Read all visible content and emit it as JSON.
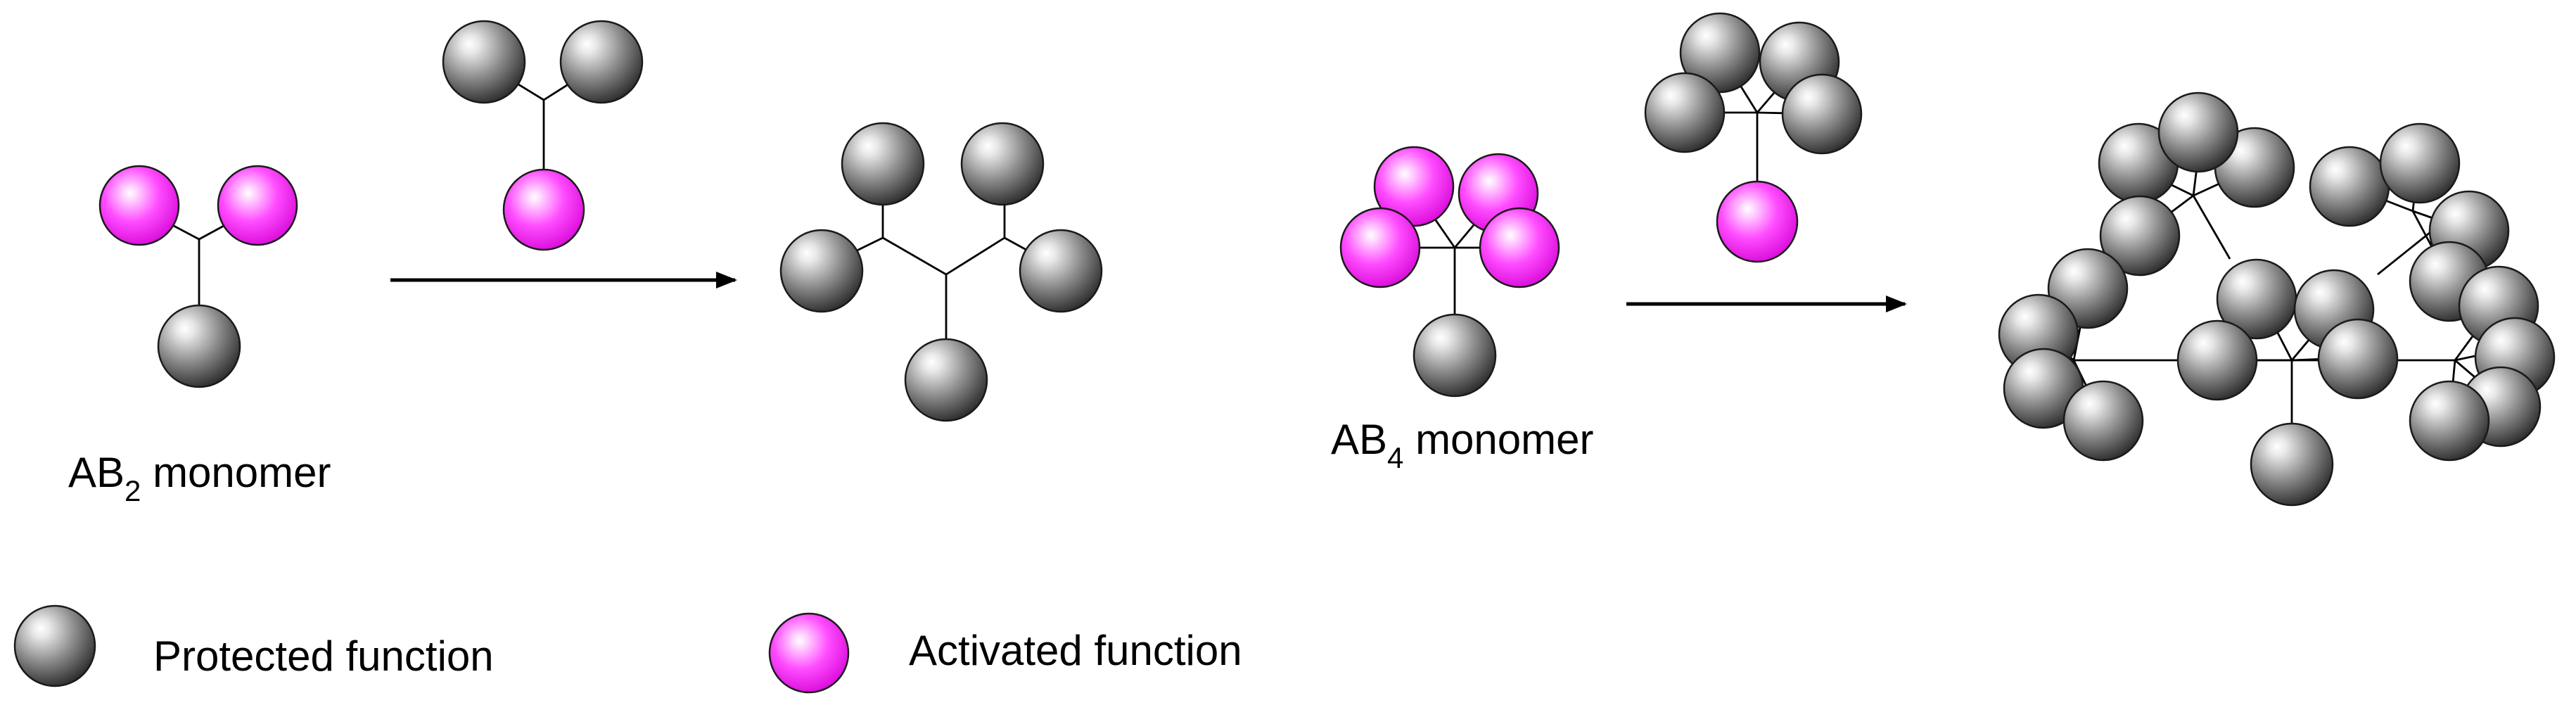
{
  "labels": {
    "ab2_prefix": "AB",
    "ab2_subscript": "2",
    "ab2_suffix": " monomer",
    "ab4_prefix": "AB",
    "ab4_subscript": "4",
    "ab4_suffix": " monomer"
  },
  "legend": {
    "protected_label": "Protected function",
    "activated_label": "Activated function"
  },
  "colors": {
    "protected": "#606060",
    "activated": "#f000f0",
    "bond": "#000000"
  }
}
